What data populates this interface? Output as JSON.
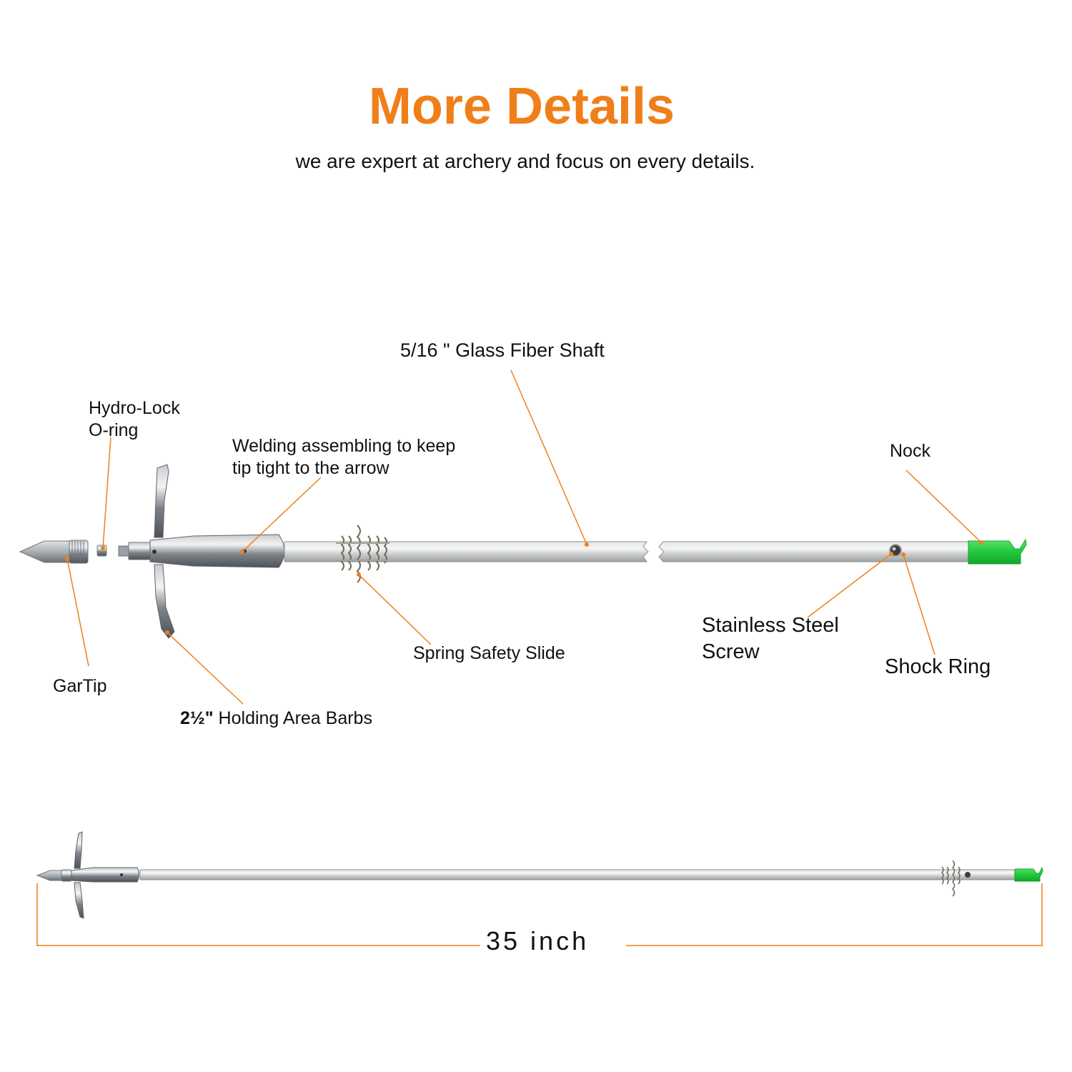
{
  "header": {
    "title": "More Details",
    "subtitle": "we are expert at archery and focus on every details.",
    "accent_color": "#f07f1a"
  },
  "labels": {
    "shaft": "5/16 \" Glass Fiber Shaft",
    "hydro_lock_line1": "Hydro-Lock",
    "hydro_lock_line2": "O-ring",
    "welding_line1": "Welding assembling to keep",
    "welding_line2": "tip tight to the arrow",
    "nock": "Nock",
    "gartip": "GarTip",
    "spring": "Spring Safety Slide",
    "screw_line1": "Stainless Steel",
    "screw_line2": "Screw",
    "shock_ring": "Shock Ring",
    "barbs_size": "2½\"",
    "barbs_text": " Holding Area Barbs"
  },
  "dimension": {
    "length": "35 inch"
  },
  "colors": {
    "leader": "#f07f1a",
    "shaft": "#c9ccca",
    "metal": "#8e9296",
    "nock": "#2bd14a"
  }
}
